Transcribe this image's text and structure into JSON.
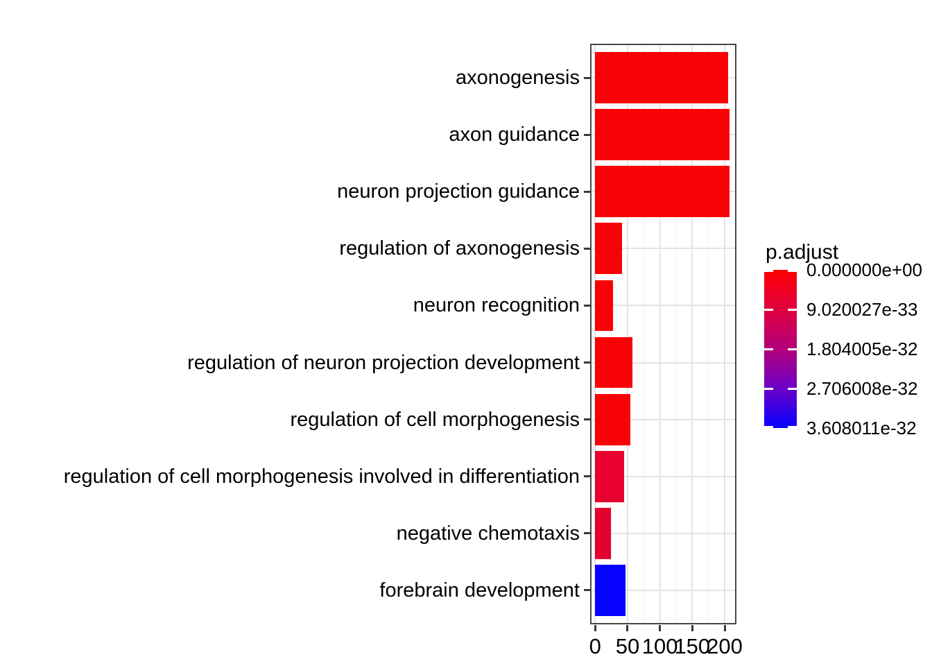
{
  "chart_data": {
    "type": "bar",
    "orientation": "horizontal",
    "title": "",
    "xlabel": "",
    "ylabel": "",
    "categories": [
      "axonogenesis",
      "axon guidance",
      "neuron projection guidance",
      "regulation of axonogenesis",
      "neuron recognition",
      "regulation of neuron projection development",
      "regulation of cell morphogenesis",
      "regulation of cell morphogenesis involved in differentiation",
      "negative chemotaxis",
      "forebrain development"
    ],
    "values": [
      205,
      208,
      207,
      41,
      28,
      57,
      54,
      45,
      24,
      47
    ],
    "bar_colors": [
      "#FA0105",
      "#FA0105",
      "#FA0105",
      "#FA0105",
      "#FA0105",
      "#FA0105",
      "#FA0105",
      "#E8002F",
      "#E4002F",
      "#0502FE"
    ],
    "x_ticks": [
      0,
      50,
      100,
      150,
      200
    ],
    "x_tick_labels": [
      "0",
      "50",
      "100",
      "150",
      "200"
    ],
    "x_minor_ticks": [
      25,
      75,
      125,
      175
    ],
    "xlim": [
      0,
      218
    ],
    "grid": true,
    "legend": {
      "title": "p.adjust",
      "position": "right",
      "type": "colorbar",
      "labels": [
        "0.000000e+00",
        "9.020027e-33",
        "1.804005e-32",
        "2.706008e-32",
        "3.608011e-32"
      ],
      "gradient_stops": [
        "#FF0000",
        "#DF0040",
        "#B2007A",
        "#6B00C8",
        "#0500FF"
      ]
    },
    "colors": {
      "panel_background": "#FFFFFF",
      "grid_major": "#E4E4E4",
      "grid_minor": "#EFEFEF",
      "panel_border": "#474747",
      "text": "#000000"
    }
  }
}
